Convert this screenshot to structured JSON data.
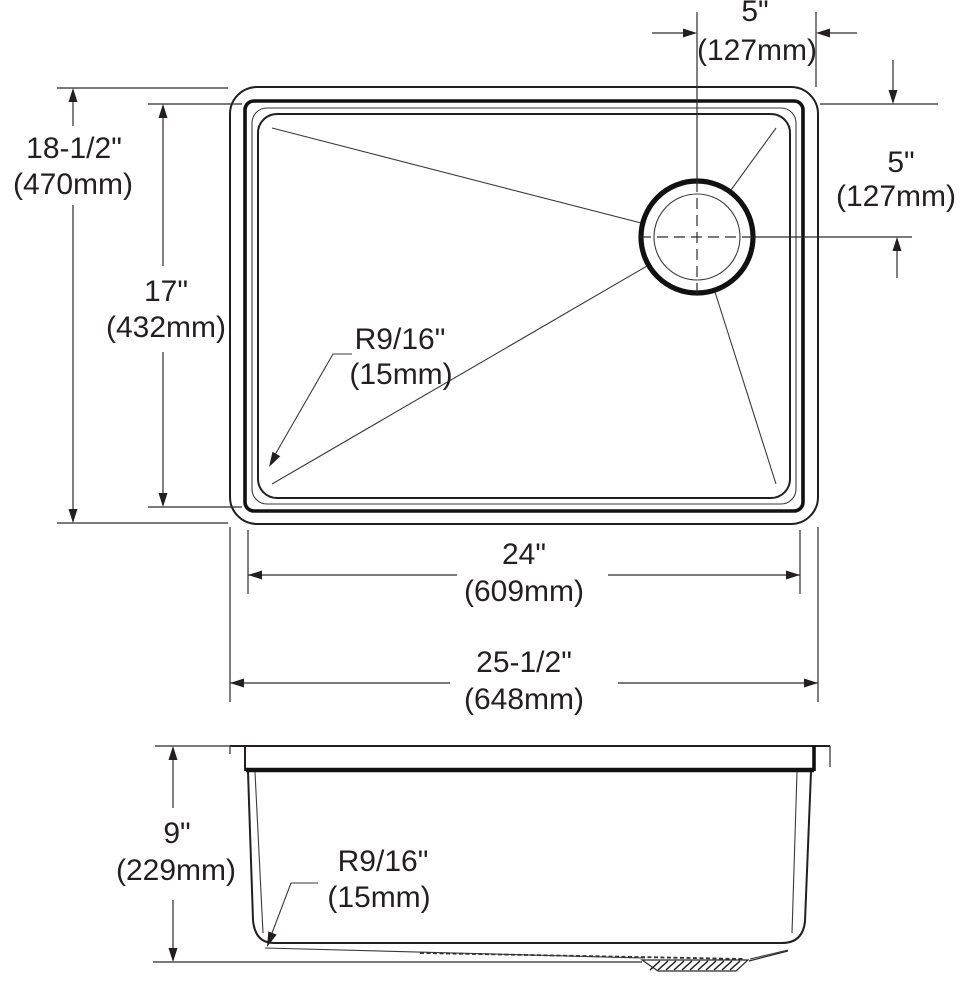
{
  "drawing_type": "sink technical dimension drawing",
  "top_view": {
    "dim_drain_offset_top": {
      "inches": "5\"",
      "metric": "(127mm)"
    },
    "dim_drain_offset_right": {
      "inches": "5\"",
      "metric": "(127mm)"
    },
    "dim_overall_depth": {
      "inches": "18-1/2\"",
      "metric": "(470mm)"
    },
    "dim_bowl_depth": {
      "inches": "17\"",
      "metric": "(432mm)"
    },
    "corner_radius": {
      "inches": "R9/16\"",
      "metric": "(15mm)"
    },
    "dim_bowl_width": {
      "inches": "24\"",
      "metric": "(609mm)"
    },
    "dim_overall_width": {
      "inches": "25-1/2\"",
      "metric": "(648mm)"
    }
  },
  "side_view": {
    "dim_depth": {
      "inches": "9\"",
      "metric": "(229mm)"
    },
    "corner_radius": {
      "inches": "R9/16\"",
      "metric": "(15mm)"
    }
  },
  "colors": {
    "line": "#231f20",
    "background": "#ffffff"
  }
}
